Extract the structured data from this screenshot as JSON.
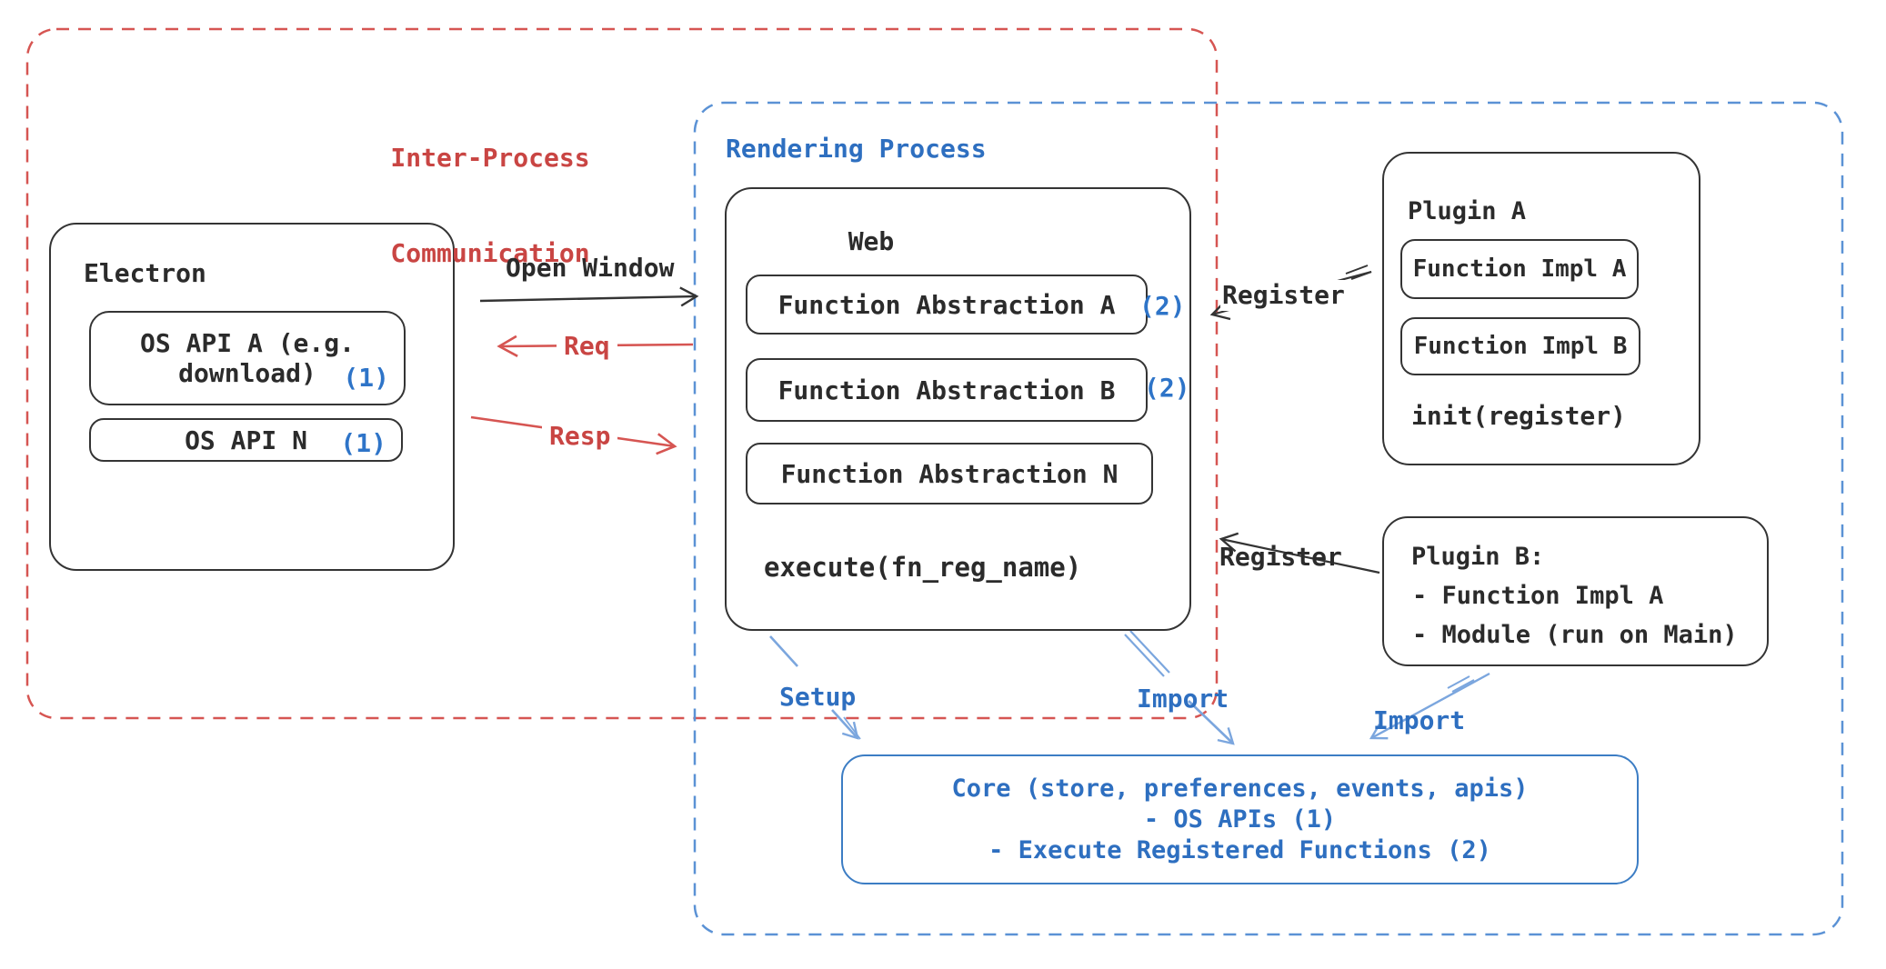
{
  "regions": {
    "ipc": {
      "title_lines": [
        "Inter-Process",
        "Communication"
      ]
    },
    "rendering": {
      "title": "Rendering Process"
    }
  },
  "electron": {
    "title": "Electron",
    "api_boxes": [
      {
        "line1": "OS API A (e.g.",
        "line2": "download)",
        "badge": "(1)"
      },
      {
        "line1": "OS API N",
        "badge": "(1)"
      }
    ]
  },
  "web": {
    "title": "Web",
    "abstractions": [
      {
        "label": "Function Abstraction A",
        "badge": "(2)"
      },
      {
        "label": "Function Abstraction B",
        "badge": "(2)"
      },
      {
        "label": "Function Abstraction N",
        "badge": ""
      }
    ],
    "execute_label": "execute(fn_reg_name)"
  },
  "plugin_a": {
    "title": "Plugin A",
    "impls": [
      "Function Impl A",
      "Function Impl B"
    ],
    "init_label": "init(register)"
  },
  "plugin_b": {
    "title": "Plugin B:",
    "items": [
      "- Function Impl A",
      "- Module (run on Main)"
    ]
  },
  "core": {
    "lines": [
      "Core (store, preferences, events, apis)",
      "- OS APIs (1)",
      "- Execute Registered Functions (2)"
    ]
  },
  "arrows": {
    "open_window": "Open Window",
    "req": "Req",
    "resp": "Resp",
    "register_top": "Register",
    "register_bottom": "Register",
    "setup": "Setup",
    "import_web": "Import",
    "import_plugin_b": "Import"
  },
  "colors": {
    "text_black": "#2b2b2b",
    "red_text": "#c94543",
    "red_line": "#d65552",
    "blue_text": "#2e6fc0",
    "blue_badge": "#2e74c8",
    "blue_dashed_border": "#5b92d5",
    "blue_arrow": "#7fa8e0",
    "core_border": "#3c7dc4"
  }
}
